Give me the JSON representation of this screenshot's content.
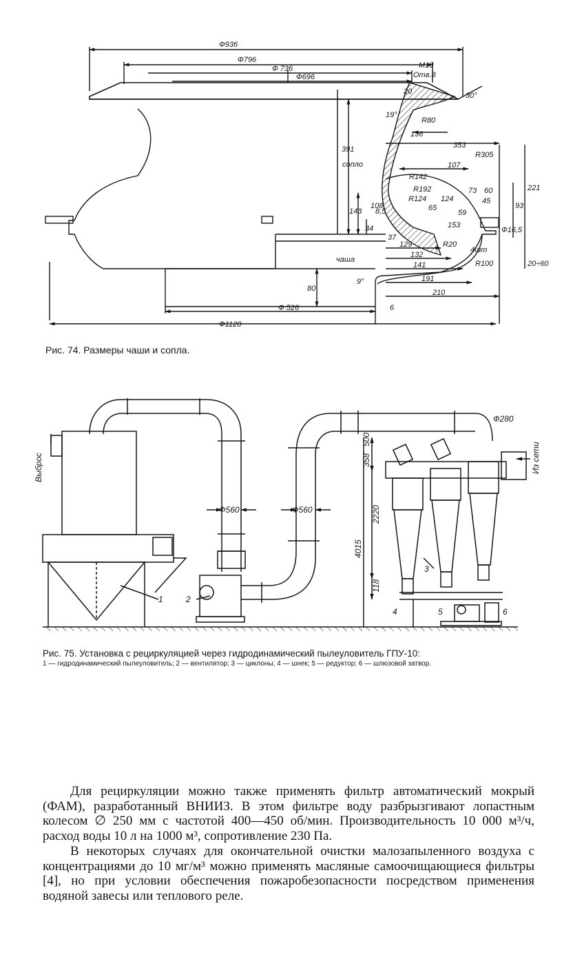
{
  "figure74": {
    "caption": "Рис. 74. Размеры чаши и сопла.",
    "labels": {
      "d936": "Ф936",
      "d796": "Ф796",
      "d736": "Ф 736",
      "d696": "Ф696",
      "m10": "M10",
      "otv": "Отв.8",
      "ang30": "30°",
      "ang19": "19°",
      "r80": "R80",
      "n20": "20",
      "n391": "391",
      "n136": "136",
      "n353": "353",
      "r305": "R305",
      "soplo": "сопло",
      "n107": "107",
      "r142": "R142",
      "r192": "R192",
      "r124": "R124",
      "n124": "124",
      "n73": "73",
      "n60": "60",
      "n45": "45",
      "n221": "221",
      "n93": "93",
      "n143": "143",
      "n108": "108",
      "n65": "65",
      "n59": "59",
      "n153": "153",
      "n34": "34",
      "n85": "8,5",
      "n37": "37",
      "d165": "Ф16,5",
      "n129": "129",
      "r20": "R20",
      "sht": "4шт",
      "n132": "132",
      "r100": "R100",
      "n2060": "20÷60",
      "chasha": "чаша",
      "ang9": "9°",
      "n141": "141",
      "n191": "191",
      "n210": "210",
      "n80": "80",
      "d526": "Ф 526",
      "n6": "6",
      "d1120": "Ф1120"
    }
  },
  "figure75": {
    "caption": "Рис. 75. Установка с рециркуляцией через гидродинамический пылеуловитель ГПУ-10:",
    "legend": "1 — гидродинамический пылеуловитель; 2 — вентилятор; 3 — циклоны; 4 — шнек; 5 — редуктор; 6 — шлюзовой затвор.",
    "labels": {
      "vybros": "Выброс",
      "d560a": "Ф560",
      "d560b": "Ф560",
      "d280": "Ф280",
      "izseti": "Из сети",
      "n500": "500",
      "n358": "358",
      "n2220": "2220",
      "n4015": "4015",
      "n118": "118",
      "c1": "1",
      "c2": "2",
      "c3": "3",
      "c4": "4",
      "c5": "5",
      "c6": "6"
    }
  },
  "text": {
    "p1": "Для рециркуляции можно также применять фильтр автоматический мокрый (ФАМ), разработанный ВНИИЗ. В этом фильтре воду разбрызгивают лопастным колесом ∅ 250 мм с частотой 400—450 об/мин. Производительность 10 000 м³/ч, расход воды 10 л на 1000 м³, сопротивление 230 Па.",
    "p2": "В некоторых случаях для окончательной очистки малозапыленного воздуха с концентрациями до 10 мг/м³ можно применять масляные самоочищающиеся фильтры [4], но при условии обеспечения пожаробезопасности посредством применения водяной завесы или теплового реле."
  }
}
